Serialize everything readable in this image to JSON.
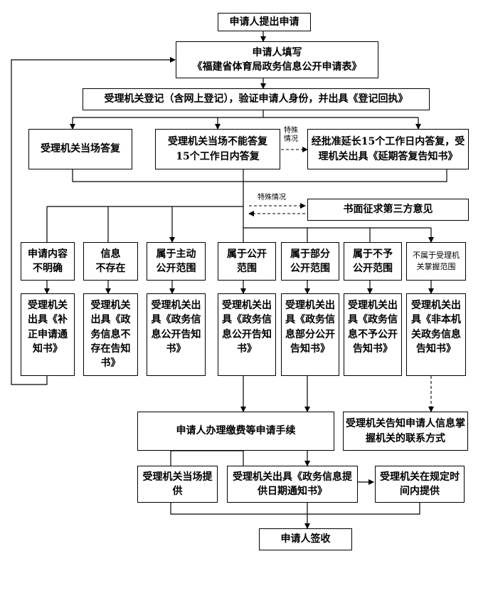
{
  "boxes": {
    "apply": "申请人提出申请",
    "fill": "申请人填写\n《福建省体育局政务信息公开申请表》",
    "register": "受理机关登记（含网上登记），验证申请人身份，并出具《登记回执》",
    "reply_now": "受理机关当场答复",
    "reply_15": "受理机关当场不能答复\n15个工作日内答复",
    "extend": "经批准延长15个工作日内答复，受理机关出具《延期答复告知书》",
    "third_party": "书面征求第三方意见",
    "unclear": "申请内容\n不明确",
    "not_exist": "信息\n不存在",
    "active_scope": "属于主动\n公开范围",
    "public_scope": "属于公开\n范围",
    "partial_scope": "属于部分\n公开范围",
    "no_public_scope": "属于不予\n公开范围",
    "not_held": "不属于受理机关掌握范围",
    "notice_supplement": "受理机关出具《补正申请通知书》",
    "notice_not_exist": "受理机关出具《政务信息不存在告知书》",
    "notice_active": "受理机关出具《政务信息公开告知书》",
    "notice_public": "受理机关出具《政务信息公开告知书》",
    "notice_partial": "受理机关出具《政务信息部分公开告知书》",
    "notice_no_public": "受理机关出具《政务信息不予公开告知书》",
    "notice_not_held": "受理机关出具《非本机关政务信息告知书》",
    "fees": "申请人办理缴费等申请手续",
    "inform_contact": "受理机关告知申请人信息掌握机关的联系方式",
    "provide_now": "受理机关当场提供",
    "notice_date": "受理机关出具《政务信息提供日期通知书》",
    "provide_later": "受理机关在规定时间内提供",
    "sign": "申请人签收"
  },
  "labels": {
    "special_1": "特殊\n情况",
    "special_2": "特殊情况"
  }
}
